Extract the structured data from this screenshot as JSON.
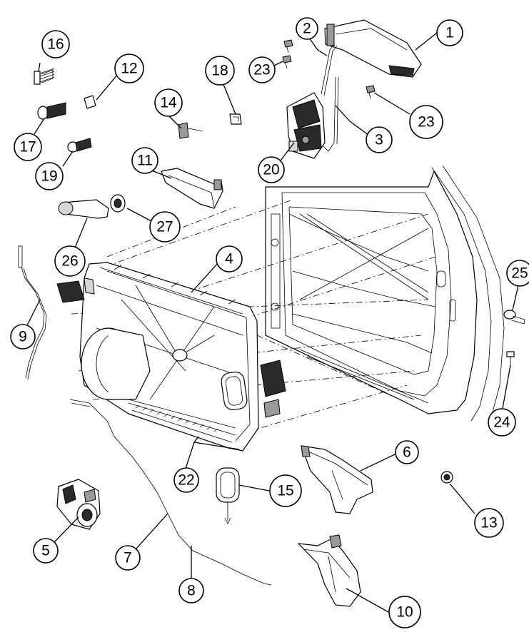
{
  "callouts": [
    {
      "id": "c1",
      "label": "1"
    },
    {
      "id": "c2",
      "label": "2"
    },
    {
      "id": "c3",
      "label": "3"
    },
    {
      "id": "c4",
      "label": "4"
    },
    {
      "id": "c5",
      "label": "5"
    },
    {
      "id": "c6",
      "label": "6"
    },
    {
      "id": "c7",
      "label": "7"
    },
    {
      "id": "c8",
      "label": "8"
    },
    {
      "id": "c9",
      "label": "9"
    },
    {
      "id": "c10",
      "label": "10"
    },
    {
      "id": "c11",
      "label": "11"
    },
    {
      "id": "c12",
      "label": "12"
    },
    {
      "id": "c13",
      "label": "13"
    },
    {
      "id": "c14",
      "label": "14"
    },
    {
      "id": "c15",
      "label": "15"
    },
    {
      "id": "c16",
      "label": "16"
    },
    {
      "id": "c17",
      "label": "17"
    },
    {
      "id": "c18",
      "label": "18"
    },
    {
      "id": "c19",
      "label": "19"
    },
    {
      "id": "c20",
      "label": "20"
    },
    {
      "id": "c22",
      "label": "22"
    },
    {
      "id": "c23a",
      "label": "23"
    },
    {
      "id": "c23b",
      "label": "23"
    },
    {
      "id": "c24",
      "label": "24"
    },
    {
      "id": "c25",
      "label": "25"
    },
    {
      "id": "c26",
      "label": "26"
    },
    {
      "id": "c27",
      "label": "27"
    }
  ]
}
